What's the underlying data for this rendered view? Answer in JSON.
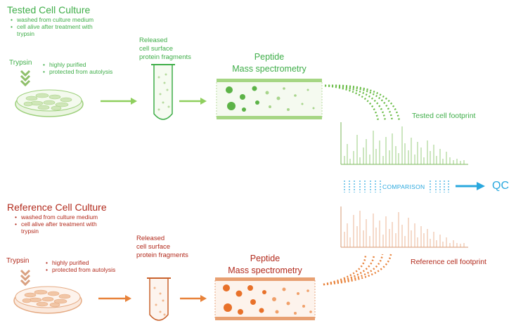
{
  "tested": {
    "title": "Tested Cell Culture",
    "bullets": [
      "washed from culture medium",
      "cell alive after treatment with",
      "trypsin"
    ],
    "trypsin_label": "Trypsin",
    "trypsin_bullets": [
      "highly purified",
      "protected from autolysis"
    ],
    "released": [
      "Released",
      "cell surface",
      "protein fragments"
    ],
    "ms": [
      "Peptide",
      "Mass spectrometry"
    ],
    "footprint": "Tested cell footprint"
  },
  "reference": {
    "title": "Reference Cell Culture",
    "bullets": [
      "washed from culture medium",
      "cell alive after treatment with",
      "trypsin"
    ],
    "trypsin_label": "Trypsin",
    "trypsin_bullets": [
      "highly purified",
      "protected from autolysis"
    ],
    "released": [
      "Released",
      "cell surface",
      "protein fragments"
    ],
    "ms": [
      "Peptide",
      "Mass spectrometry"
    ],
    "footprint": "Reference cell footprint"
  },
  "comparison": {
    "label": "COMPARISON",
    "result": "QC"
  },
  "colors": {
    "green": "#3fae49",
    "lightgreen": "#8fcf5e",
    "red": "#b22a1c",
    "orange": "#e8823a",
    "blue": "#2aa8de"
  }
}
